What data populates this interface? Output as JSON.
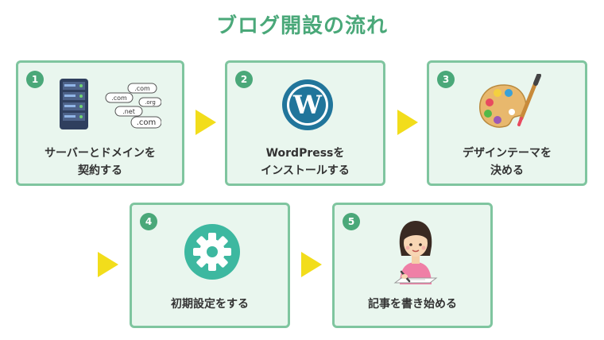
{
  "title": "ブログ開設の流れ",
  "colors": {
    "title": "#4aa879",
    "card_fill": "#e9f6ee",
    "card_border": "#7fc59f",
    "badge": "#4aa879",
    "arrow": "#f2dd1b",
    "wp_blue": "#21759b",
    "gear": "#3db8a0"
  },
  "steps": [
    {
      "number": "1",
      "lines": [
        "サーバーとドメインを",
        "契約する"
      ],
      "icon": "server-domain-icon",
      "domains": [
        ".com",
        ".com",
        ".org",
        ".net",
        ".com"
      ]
    },
    {
      "number": "2",
      "lines": [
        "WordPressを",
        "インストールする"
      ],
      "icon": "wordpress-logo-icon",
      "logo_letter": "W"
    },
    {
      "number": "3",
      "lines": [
        "デザインテーマを",
        "決める"
      ],
      "icon": "paint-palette-icon"
    },
    {
      "number": "4",
      "lines": [
        "初期設定をする"
      ],
      "icon": "gear-icon"
    },
    {
      "number": "5",
      "lines": [
        "記事を書き始める"
      ],
      "icon": "writing-person-icon"
    }
  ]
}
